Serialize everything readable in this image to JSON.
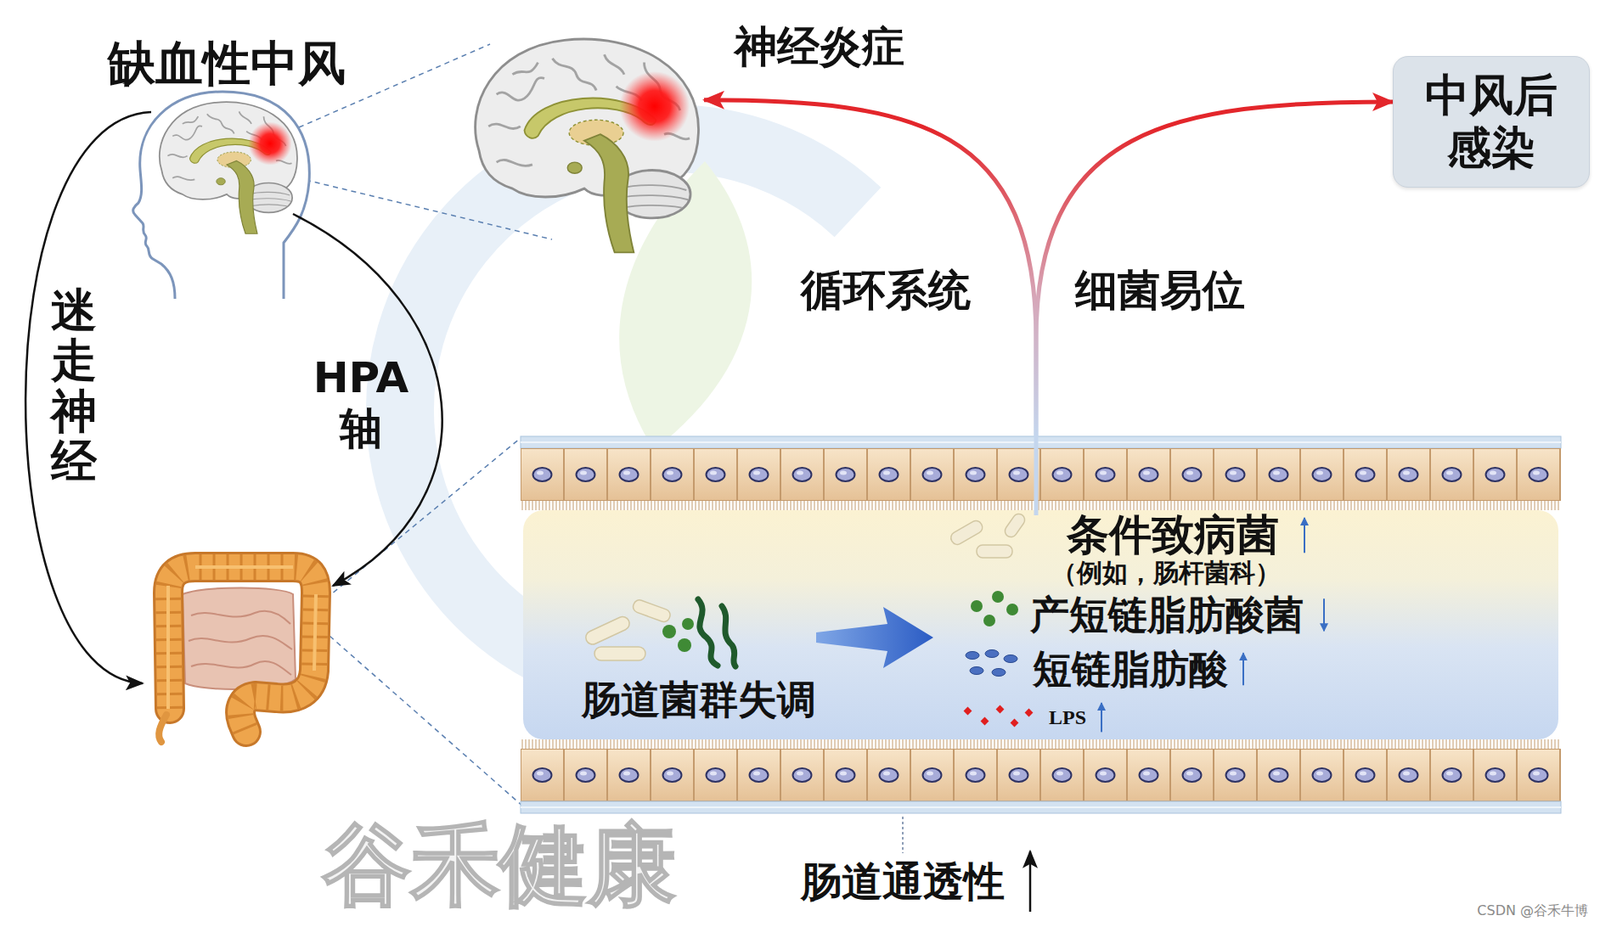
{
  "diagram": {
    "nodes": [
      {
        "text": [
          "缺血性中风"
        ]
      },
      {
        "text": [
          "神经炎症"
        ]
      },
      {
        "text": [
          "中风后 感染"
        ]
      },
      {
        "text": [
          "肠道菌群失调",
          "条件致病菌",
          "（例如，肠杆菌科）",
          "产短链脂肪酸菌",
          "短链脂肪酸",
          "LPS"
        ]
      }
    ],
    "edges": [
      {
        "from": 3,
        "to": 1,
        "label": "循环系统",
        "arrow": "to"
      },
      {
        "from": 3,
        "to": 2,
        "label": "细菌易位",
        "arrow": "to"
      }
    ],
    "labels": [
      "迷走神经",
      "HPA 轴",
      "肠道通透性",
      "谷禾健康",
      "CSDN @谷禾牛博"
    ]
  }
}
